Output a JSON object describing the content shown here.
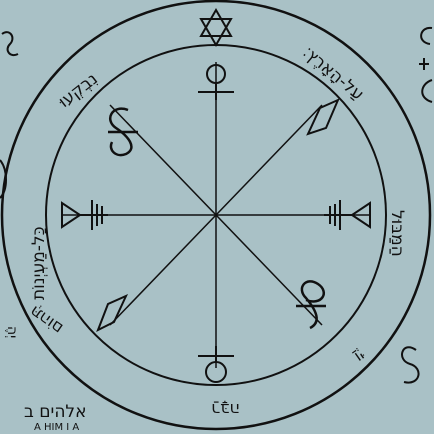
{
  "seal": {
    "ring_inscriptions": {
      "top_right": "עַל-הָאָרֶץ׃",
      "top_left": "נִבְקְעוּ",
      "left": "כָּל-מַעְיְנוֹת",
      "bottom_left": "תְּהוֹם",
      "bottom": "רַבָּה",
      "bottom_right": "וַיְּ",
      "right": "הַמַּבּוּל"
    },
    "outside_left_bottom": "אלהים ב",
    "outside_left_bottom_small": "A HIM I A",
    "outside_left_middle": "יְהֶ"
  },
  "colors": {
    "paper": "#a9c1c6",
    "ink": "#111111"
  }
}
